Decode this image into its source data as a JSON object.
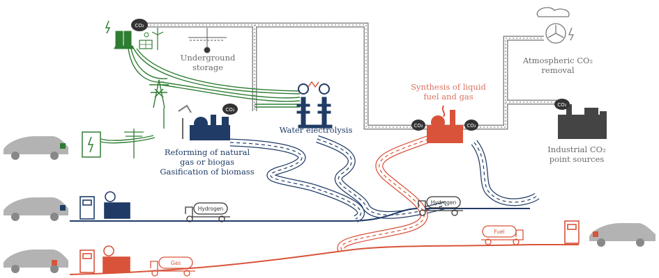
{
  "labels": {
    "underground_storage": [
      "Underground",
      "storage"
    ],
    "atmospheric_removal": [
      "Atmospheric CO₂",
      "removal"
    ],
    "synthesis": [
      "Synthesis of liquid",
      "fuel and gas"
    ],
    "water_electrolysis": "Water electrolysis",
    "reforming": [
      "Reforming of natural",
      "gas or biogas",
      "Gasification of biomass"
    ],
    "industrial": [
      "Industrial CO₂",
      "point sources"
    ]
  },
  "tank_labels": {
    "hydrogen_left": "Hydrogen",
    "hydrogen_right": "Hydrogen",
    "fuel": "Fuel",
    "gas": "Gas"
  },
  "co2_badge": "CO₂",
  "colors": {
    "green": "#2e7d32",
    "blue": "#1f3b66",
    "red": "#d9533a",
    "grey": "#777777",
    "car": "#b3b3b3"
  }
}
